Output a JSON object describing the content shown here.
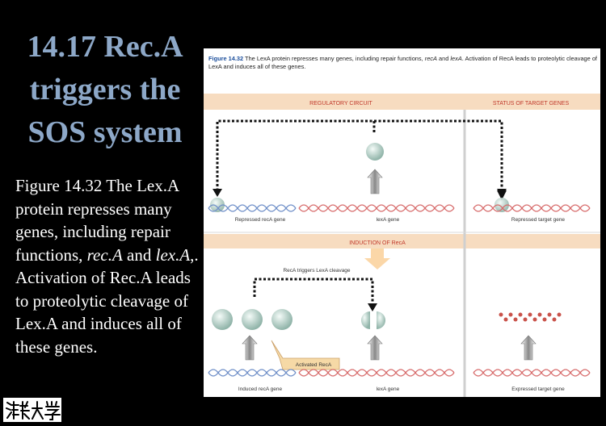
{
  "slide": {
    "title_lines": [
      "14.17 Rec.A",
      "triggers the",
      "SOS system"
    ],
    "body_parts": [
      "Figure 14.32 The Lex.A protein represses many genes, including repair functions, ",
      "rec.A",
      " and ",
      "lex.A",
      ",. Activation of Rec.A leads to proteolytic cleavage of Lex.A and induces all of these genes."
    ]
  },
  "figure": {
    "caption_label": "Figure 14.32",
    "caption_part1": " The LexA protein represses many genes, including repair functions, ",
    "caption_reca": "recA",
    "caption_and": " and ",
    "caption_lexa": "lexA",
    "caption_part2": ". Activation of RecA leads to proteolytic cleavage of LexA and induces all of these genes.",
    "header_regulatory": "REGULATORY CIRCUIT",
    "header_status": "STATUS OF TARGET GENES",
    "header_induction": "INDUCTION OF RecA",
    "label_repressed_reca": "Repressed recA gene",
    "label_lexa_top": "lexA gene",
    "label_repressed_target": "Repressed target gene",
    "label_trigger": "RecA triggers LexA cleavage",
    "label_activated": "Activated RecA",
    "label_induced_reca": "Induced recA gene",
    "label_lexa_bottom": "lexA gene",
    "label_expressed_target": "Expressed target gene",
    "colors": {
      "header_bar": "#f7dcc0",
      "header_text": "#c0392b",
      "dna_blue": "#6f8fc8",
      "dna_red": "#d76b6b",
      "protein": "#a9c9bf",
      "divider": "#c8c8c8"
    }
  }
}
